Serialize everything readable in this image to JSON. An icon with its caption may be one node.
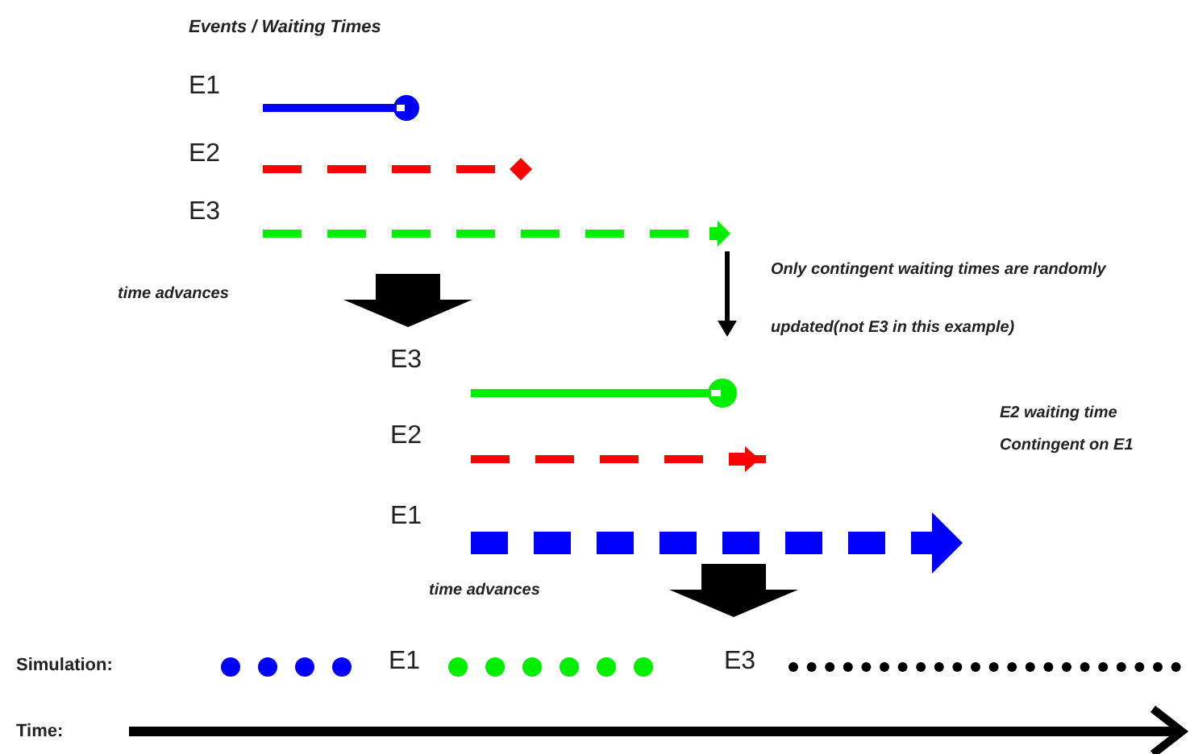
{
  "diagram": {
    "title": "Events / Waiting Times",
    "labels": [
      "E1",
      "E2",
      "E3",
      "time advances",
      "Only contingent waiting times are randomly updated(not E3 in this example)",
      "E3",
      "E2 waiting time Contingent on E1",
      "E2",
      "E1",
      "time advances",
      "Simulation:",
      "E1",
      "E3",
      "Time:"
    ]
  }
}
